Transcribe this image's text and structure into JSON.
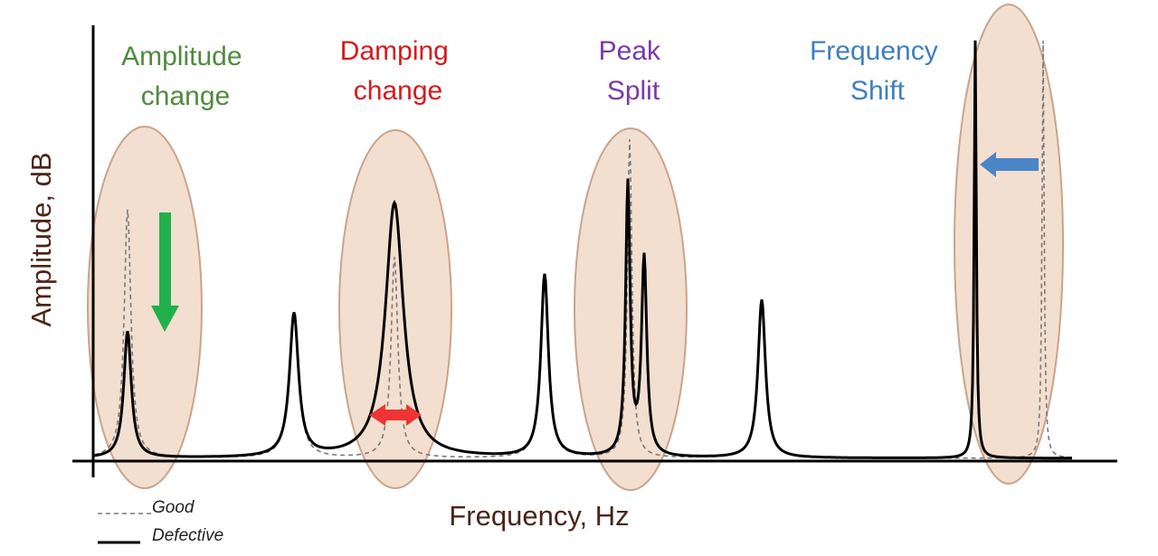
{
  "axes": {
    "ylabel": "Amplitude, dB",
    "xlabel": "Frequency, Hz"
  },
  "annotations": [
    {
      "id": "amplitude",
      "lines": [
        "Amplitude",
        "change"
      ],
      "color": "#4f8a3c"
    },
    {
      "id": "damping",
      "lines": [
        "Damping",
        "change"
      ],
      "color": "#d7191c"
    },
    {
      "id": "split",
      "lines": [
        "Peak",
        "Split"
      ],
      "color": "#7b3aa6"
    },
    {
      "id": "shift",
      "lines": [
        "Frequency",
        "Shift"
      ],
      "color": "#3f7fbf"
    }
  ],
  "legend": [
    {
      "label": "Good",
      "style": "dashed"
    },
    {
      "label": "Defective",
      "style": "solid"
    }
  ],
  "colors": {
    "highlight_fill": "#f3dfcf",
    "highlight_stroke": "#c9a48c",
    "arrow_green": "#22b04c",
    "arrow_red": "#ee3434",
    "arrow_blue": "#4a86c7",
    "axis_label": "#4a2418"
  }
}
